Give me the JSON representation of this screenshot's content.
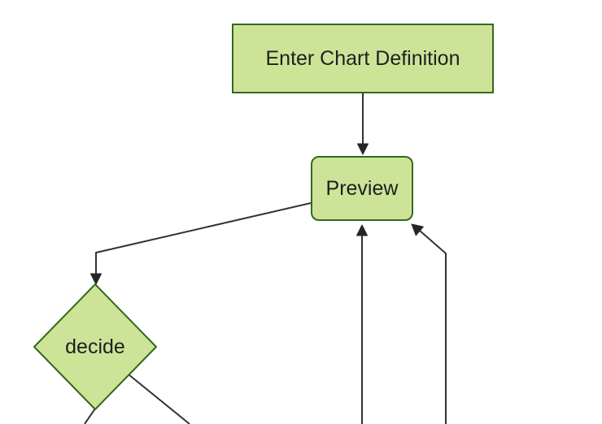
{
  "diagram": {
    "kind": "flowchart",
    "nodes": {
      "enter_chart_definition": {
        "label": "Enter Chart Definition",
        "shape": "rectangle"
      },
      "preview": {
        "label": "Preview",
        "shape": "rounded-rectangle"
      },
      "decide": {
        "label": "decide",
        "shape": "diamond"
      }
    },
    "edges": [
      {
        "from": "enter_chart_definition",
        "to": "preview",
        "arrow": true
      },
      {
        "from": "preview",
        "to": "decide",
        "arrow": true
      },
      {
        "from": "offscreen-bottom-left-of-preview",
        "to": "preview",
        "arrow": true
      },
      {
        "from": "offscreen-bottom-right-of-preview",
        "to": "preview",
        "arrow": true
      },
      {
        "from": "decide",
        "to": "offscreen-bottom-left",
        "arrow": false
      },
      {
        "from": "decide",
        "to": "offscreen-bottom-right",
        "arrow": false
      }
    ]
  },
  "colors": {
    "node_fill": "#cde498",
    "node_border": "#33691e",
    "edge": "#333333",
    "arrowhead": "#262626",
    "text": "#1f1f1f",
    "background": "#ffffff"
  }
}
